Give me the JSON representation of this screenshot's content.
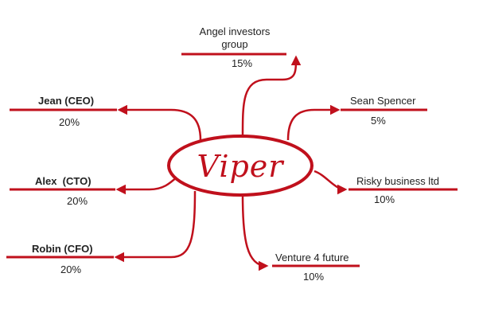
{
  "center": {
    "label": "Viper"
  },
  "shareholders": [
    {
      "name": "Angel investors group",
      "share": "15%"
    },
    {
      "name": "Jean (CEO)",
      "share": "20%"
    },
    {
      "name": "Alex  (CTO)",
      "share": "20%"
    },
    {
      "name": "Robin (CFO)",
      "share": "20%"
    },
    {
      "name": "Sean Spencer",
      "share": "5%"
    },
    {
      "name": "Risky business ltd",
      "share": "10%"
    },
    {
      "name": "Venture 4 future",
      "share": "10%"
    }
  ],
  "colors": {
    "accent": "#c0101c",
    "text": "#222222",
    "background": "#ffffff"
  }
}
